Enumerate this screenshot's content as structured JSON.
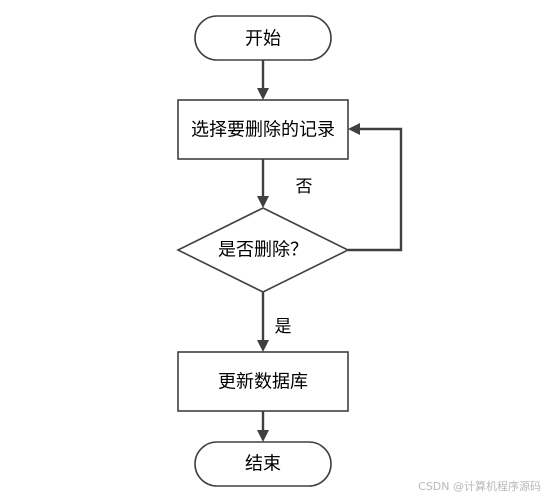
{
  "nodes": {
    "start": "开始",
    "select": "选择要删除的记录",
    "decision": "是否删除？",
    "update": "更新数据库",
    "end": "结束"
  },
  "edges": {
    "no": "否",
    "yes": "是"
  },
  "watermark": "CSDN @计算机程序源码"
}
